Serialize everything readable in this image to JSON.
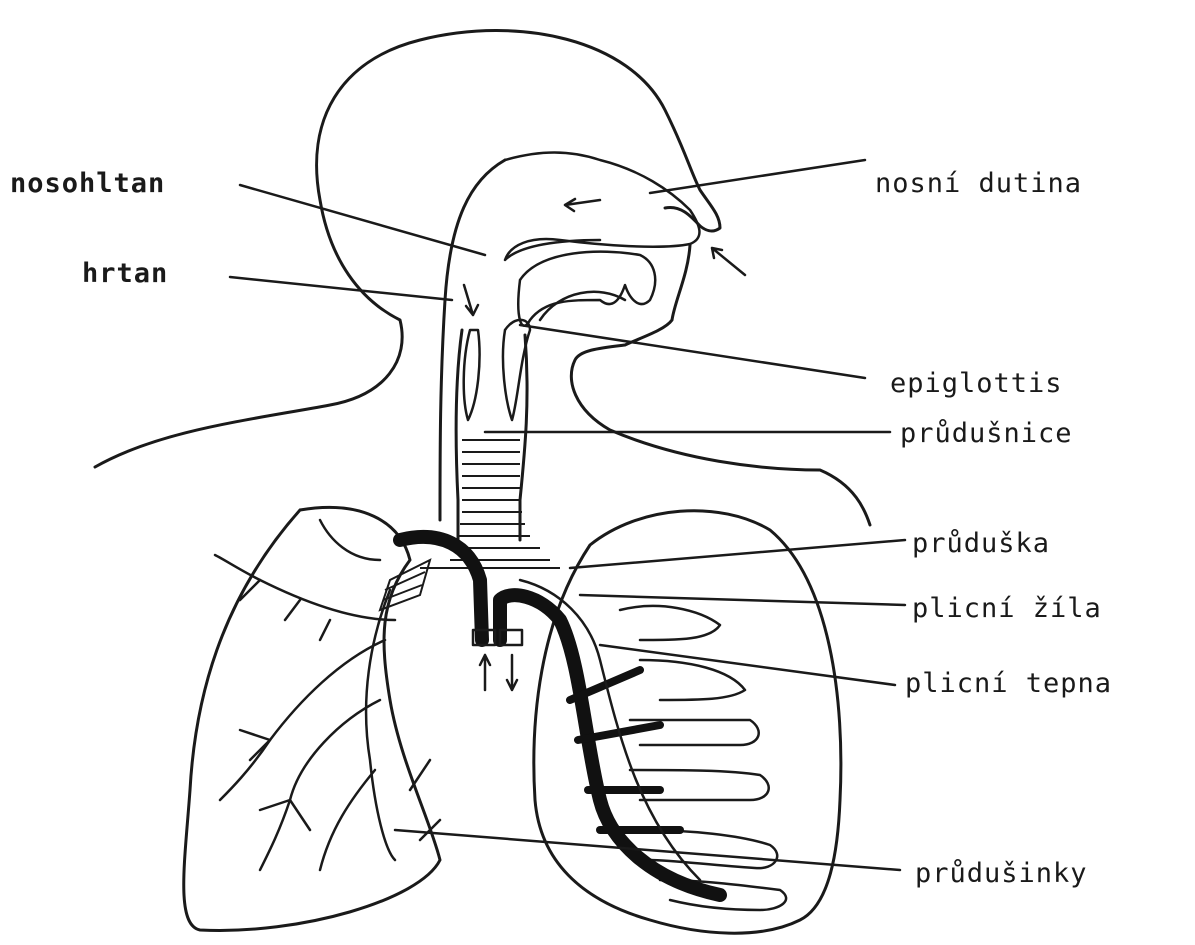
{
  "labels": {
    "nasal_cavity": "nosní dutina",
    "nasopharynx": "nosohltan",
    "larynx": "hrtan",
    "epiglottis": "epiglottis",
    "trachea": "průdušnice",
    "bronchus": "průduška",
    "pulmonary_vein": "plicní žíla",
    "pulmonary_artery": "plicní tepna",
    "bronchioles": "průdušinky"
  },
  "colors": {
    "line": "#1a1a1a",
    "background": "#ffffff"
  }
}
